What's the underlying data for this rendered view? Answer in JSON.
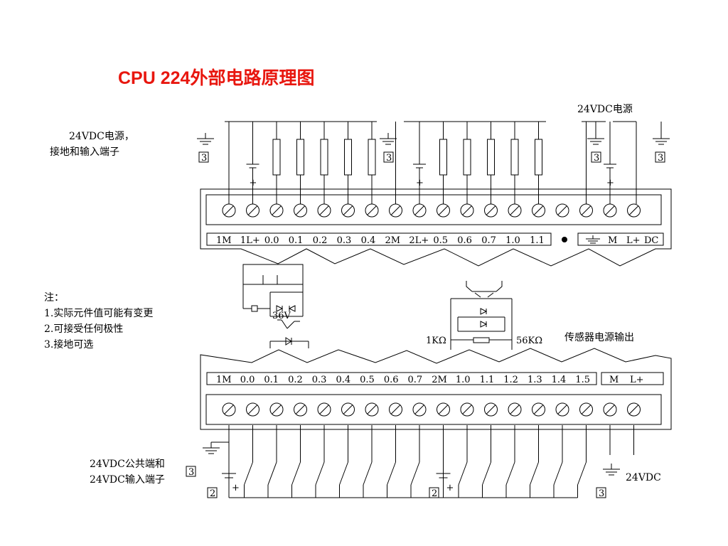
{
  "title": "CPU  224外部电路原理图",
  "labels": {
    "top_left_line1": "24VDC电源，",
    "top_left_line2": "接地和输入端子",
    "top_right": "24VDC电源",
    "sensor_out": "传感器电源输出",
    "bottom_left_line1": "24VDC公共端和",
    "bottom_left_line2": "24VDC输入端子",
    "bottom_right": "24VDC",
    "v36": "36V",
    "r1k": "1KΩ",
    "r56k": "56KΩ"
  },
  "notes": {
    "heading": "注：",
    "items": [
      "1.实际元件值可能有变更",
      "2.可接受任何极性",
      "3.接地可选"
    ]
  },
  "top_terminals": [
    "1M",
    "1L+",
    "0.0",
    "0.1",
    "0.2",
    "0.3",
    "0.4",
    "2M",
    "2L+",
    "0.5",
    "0.6",
    "0.7",
    "1.0",
    "1.1"
  ],
  "top_power_terminals": [
    "M",
    "L+",
    "DC"
  ],
  "bottom_terminals": [
    "1M",
    "0.0",
    "0.1",
    "0.2",
    "0.3",
    "0.4",
    "0.5",
    "0.6",
    "0.7",
    "2M",
    "1.0",
    "1.1",
    "1.2",
    "1.3",
    "1.4",
    "1.5"
  ],
  "bottom_power_terminals": [
    "M",
    "L+"
  ],
  "note_boxes": [
    "3",
    "3",
    "3",
    "3",
    "3",
    "2",
    "2",
    "3"
  ],
  "plus": "+"
}
